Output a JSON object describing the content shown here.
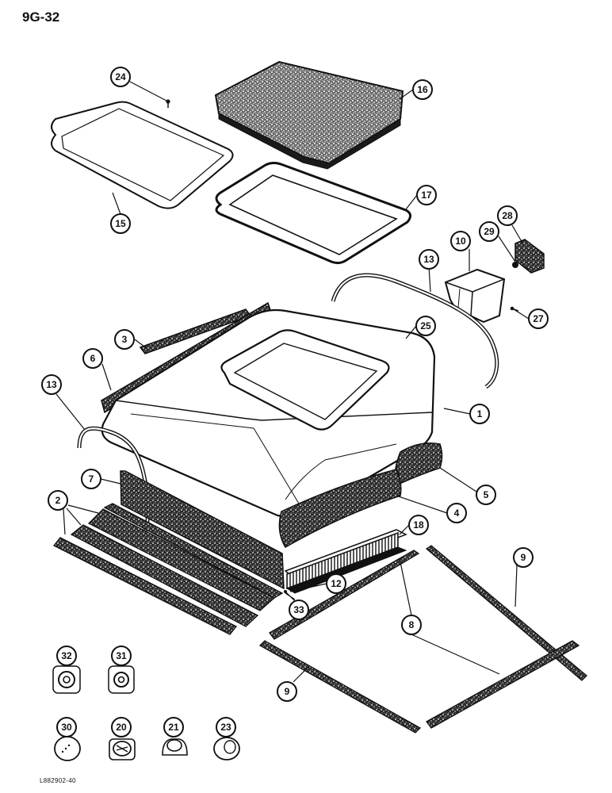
{
  "page_code": "9G-32",
  "figure_code": "L882902-40",
  "callouts": [
    {
      "id": "c24",
      "label": "24"
    },
    {
      "id": "c16",
      "label": "16"
    },
    {
      "id": "c15",
      "label": "15"
    },
    {
      "id": "c17",
      "label": "17"
    },
    {
      "id": "c28",
      "label": "28"
    },
    {
      "id": "c29",
      "label": "29"
    },
    {
      "id": "c10",
      "label": "10"
    },
    {
      "id": "c13a",
      "label": "13"
    },
    {
      "id": "c27",
      "label": "27"
    },
    {
      "id": "c25",
      "label": "25"
    },
    {
      "id": "c3",
      "label": "3"
    },
    {
      "id": "c6",
      "label": "6"
    },
    {
      "id": "c13b",
      "label": "13"
    },
    {
      "id": "c1",
      "label": "1"
    },
    {
      "id": "c5",
      "label": "5"
    },
    {
      "id": "c7",
      "label": "7"
    },
    {
      "id": "c2",
      "label": "2"
    },
    {
      "id": "c4",
      "label": "4"
    },
    {
      "id": "c18",
      "label": "18"
    },
    {
      "id": "c9a",
      "label": "9"
    },
    {
      "id": "c12",
      "label": "12"
    },
    {
      "id": "c33",
      "label": "33"
    },
    {
      "id": "c8",
      "label": "8"
    },
    {
      "id": "c9b",
      "label": "9"
    },
    {
      "id": "c32",
      "label": "32"
    },
    {
      "id": "c31",
      "label": "31"
    },
    {
      "id": "c30",
      "label": "30"
    },
    {
      "id": "c20",
      "label": "20"
    },
    {
      "id": "c21",
      "label": "21"
    },
    {
      "id": "c23",
      "label": "23"
    }
  ]
}
